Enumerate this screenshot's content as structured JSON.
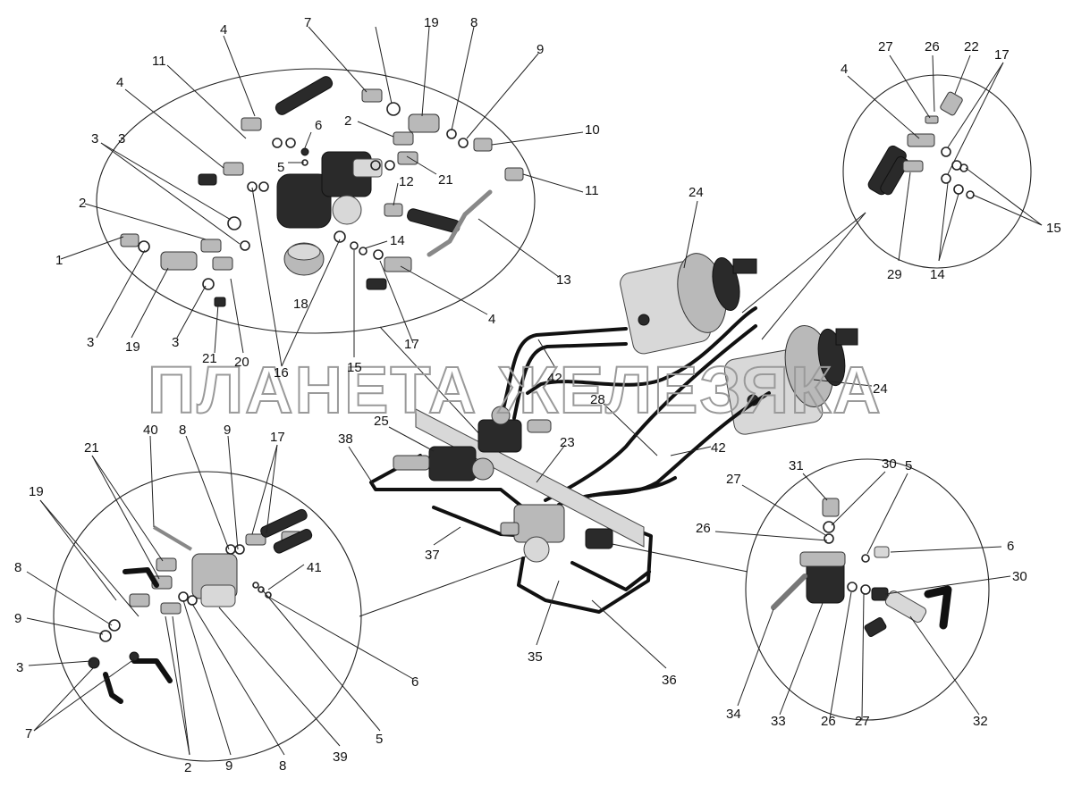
{
  "watermark": "ПЛАНЕТА ЖЕЛЕЗЯКА",
  "callouts": [
    {
      "id": "c1",
      "text": "1"
    },
    {
      "id": "c2",
      "text": "2"
    },
    {
      "id": "c3",
      "text": "3"
    },
    {
      "id": "c4",
      "text": "3"
    },
    {
      "id": "c5",
      "text": "3"
    },
    {
      "id": "c6",
      "text": "3"
    },
    {
      "id": "c7",
      "text": "4"
    },
    {
      "id": "c8",
      "text": "4"
    },
    {
      "id": "c9",
      "text": "4"
    },
    {
      "id": "c10",
      "text": "5"
    },
    {
      "id": "c11",
      "text": "6"
    },
    {
      "id": "c12",
      "text": "7"
    },
    {
      "id": "c13",
      "text": "8"
    },
    {
      "id": "c14",
      "text": "9"
    },
    {
      "id": "c15",
      "text": "10"
    },
    {
      "id": "c16",
      "text": "11"
    },
    {
      "id": "c17",
      "text": "11"
    },
    {
      "id": "c18",
      "text": "12"
    },
    {
      "id": "c19",
      "text": "13"
    },
    {
      "id": "c20",
      "text": "14"
    },
    {
      "id": "c21",
      "text": "15"
    },
    {
      "id": "c22",
      "text": "16"
    },
    {
      "id": "c23",
      "text": "17"
    },
    {
      "id": "c24",
      "text": "18"
    },
    {
      "id": "c25",
      "text": "19"
    },
    {
      "id": "c26",
      "text": "19"
    },
    {
      "id": "c27",
      "text": "20"
    },
    {
      "id": "c28",
      "text": "21"
    },
    {
      "id": "c29",
      "text": "21"
    },
    {
      "id": "c30",
      "text": "2"
    },
    {
      "id": "c31",
      "text": "4"
    },
    {
      "id": "c32",
      "text": "27"
    },
    {
      "id": "c33",
      "text": "26"
    },
    {
      "id": "c34",
      "text": "22"
    },
    {
      "id": "c35",
      "text": "17"
    },
    {
      "id": "c36",
      "text": "15"
    },
    {
      "id": "c37",
      "text": "14"
    },
    {
      "id": "c38",
      "text": "29"
    },
    {
      "id": "c39",
      "text": "24"
    },
    {
      "id": "c40",
      "text": "24"
    },
    {
      "id": "c41",
      "text": "42"
    },
    {
      "id": "c42",
      "text": "28"
    },
    {
      "id": "c43",
      "text": "42"
    },
    {
      "id": "c44",
      "text": "25"
    },
    {
      "id": "c45",
      "text": "23"
    },
    {
      "id": "c46",
      "text": "38"
    },
    {
      "id": "c47",
      "text": "37"
    },
    {
      "id": "c48",
      "text": "35"
    },
    {
      "id": "c49",
      "text": "36"
    },
    {
      "id": "c50",
      "text": "21"
    },
    {
      "id": "c51",
      "text": "40"
    },
    {
      "id": "c52",
      "text": "8"
    },
    {
      "id": "c53",
      "text": "9"
    },
    {
      "id": "c54",
      "text": "17"
    },
    {
      "id": "c55",
      "text": "19"
    },
    {
      "id": "c56",
      "text": "8"
    },
    {
      "id": "c57",
      "text": "9"
    },
    {
      "id": "c58",
      "text": "3"
    },
    {
      "id": "c59",
      "text": "7"
    },
    {
      "id": "c60",
      "text": "2"
    },
    {
      "id": "c61",
      "text": "9"
    },
    {
      "id": "c62",
      "text": "8"
    },
    {
      "id": "c63",
      "text": "39"
    },
    {
      "id": "c64",
      "text": "5"
    },
    {
      "id": "c65",
      "text": "6"
    },
    {
      "id": "c66",
      "text": "41"
    },
    {
      "id": "c67",
      "text": "31"
    },
    {
      "id": "c68",
      "text": "30"
    },
    {
      "id": "c69",
      "text": "5"
    },
    {
      "id": "c70",
      "text": "27"
    },
    {
      "id": "c71",
      "text": "26"
    },
    {
      "id": "c72",
      "text": "6"
    },
    {
      "id": "c73",
      "text": "30"
    },
    {
      "id": "c74",
      "text": "34"
    },
    {
      "id": "c75",
      "text": "33"
    },
    {
      "id": "c76",
      "text": "26"
    },
    {
      "id": "c77",
      "text": "27"
    },
    {
      "id": "c78",
      "text": "32"
    },
    {
      "id": "c79",
      "text": "14"
    },
    {
      "id": "c80",
      "text": "15"
    },
    {
      "id": "c81",
      "text": "17"
    },
    {
      "id": "c82",
      "text": "4"
    },
    {
      "id": "c83",
      "text": "15"
    },
    {
      "id": "c84",
      "text": "16"
    },
    {
      "id": "c85",
      "text": "2"
    },
    {
      "id": "c86",
      "text": "19"
    },
    {
      "id": "c87",
      "text": "3"
    },
    {
      "id": "c88",
      "text": "8"
    },
    {
      "id": "c89",
      "text": "9"
    }
  ]
}
